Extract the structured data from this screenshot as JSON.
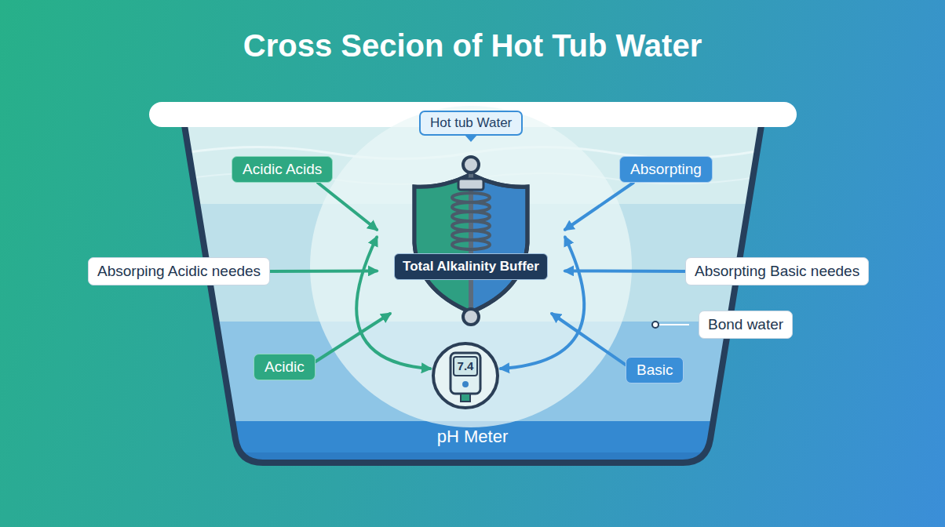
{
  "diagram": {
    "title": "Cross Secion of Hot Tub Water",
    "nodes": [
      {
        "text": [
          "Hot tub Water"
        ]
      },
      {
        "text": [
          "Acidic Acids"
        ]
      },
      {
        "text": [
          "Absorpting"
        ]
      },
      {
        "text": [
          "Absorping Acidic needes"
        ]
      },
      {
        "text": [
          "Total Alkalinity Buffer"
        ]
      },
      {
        "text": [
          "Absorpting Basic needes"
        ]
      },
      {
        "text": [
          "Bond water"
        ]
      },
      {
        "text": [
          "Acidic"
        ]
      },
      {
        "text": [
          "Basic"
        ]
      },
      {
        "text": [
          "7.4"
        ]
      },
      {
        "text": [
          "pH Meter"
        ]
      }
    ],
    "edges": [
      {
        "from": 1,
        "to": 4,
        "arrow": "to"
      },
      {
        "from": 2,
        "to": 4,
        "arrow": "to"
      },
      {
        "from": 3,
        "to": 4,
        "arrow": "to"
      },
      {
        "from": 5,
        "to": 4,
        "arrow": "to"
      },
      {
        "from": 7,
        "to": 4,
        "arrow": "to"
      },
      {
        "from": 8,
        "to": 4,
        "arrow": "to"
      },
      {
        "from": 4,
        "to": 9,
        "arrow": "both"
      },
      {
        "from": 4,
        "to": 9,
        "arrow": "both"
      }
    ]
  }
}
